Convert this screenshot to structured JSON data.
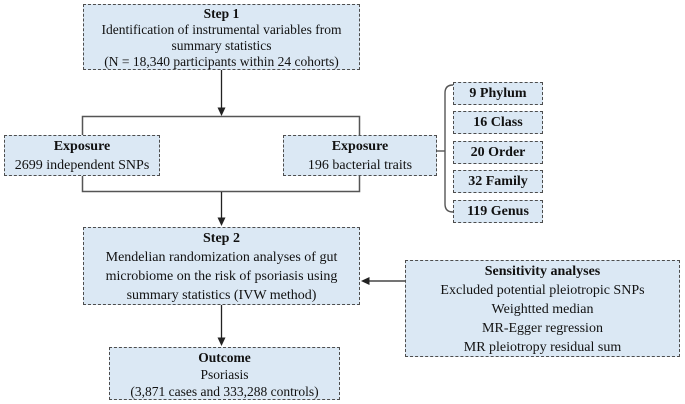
{
  "figure": {
    "type": "study-flowchart",
    "topic": "Mendelian randomization of gut microbiome and psoriasis"
  },
  "colors": {
    "box_fill": "#dbe8f4",
    "box_border": "#4d4d4d",
    "connector": "#333333",
    "text": "#111111",
    "background": "#ffffff"
  },
  "step1": {
    "title": "Step 1",
    "lines": [
      "Identification of instrumental variables from",
      "summary statistics",
      "(N = 18,340 participants within 24 cohorts)"
    ]
  },
  "exposure_snps": {
    "title": "Exposure",
    "line": "2699 independent SNPs"
  },
  "exposure_traits": {
    "title": "Exposure",
    "line": "196 bacterial traits"
  },
  "taxonomy": {
    "items": [
      "9 Phylum",
      "16 Class",
      "20 Order",
      "32 Family",
      "119 Genus"
    ]
  },
  "step2": {
    "title": "Step 2",
    "lines": [
      "Mendelian randomization analyses of gut",
      "microbiome on the risk of psoriasis using",
      "summary statistics (IVW method)"
    ]
  },
  "sensitivity": {
    "title": "Sensitivity analyses",
    "lines": [
      "Excluded potential pleiotropic SNPs",
      "Weightted median",
      "MR-Egger regression",
      "MR pleiotropy residual sum"
    ]
  },
  "outcome": {
    "title": "Outcome",
    "lines": [
      "Psoriasis",
      "(3,871 cases and 333,288 controls)"
    ]
  }
}
